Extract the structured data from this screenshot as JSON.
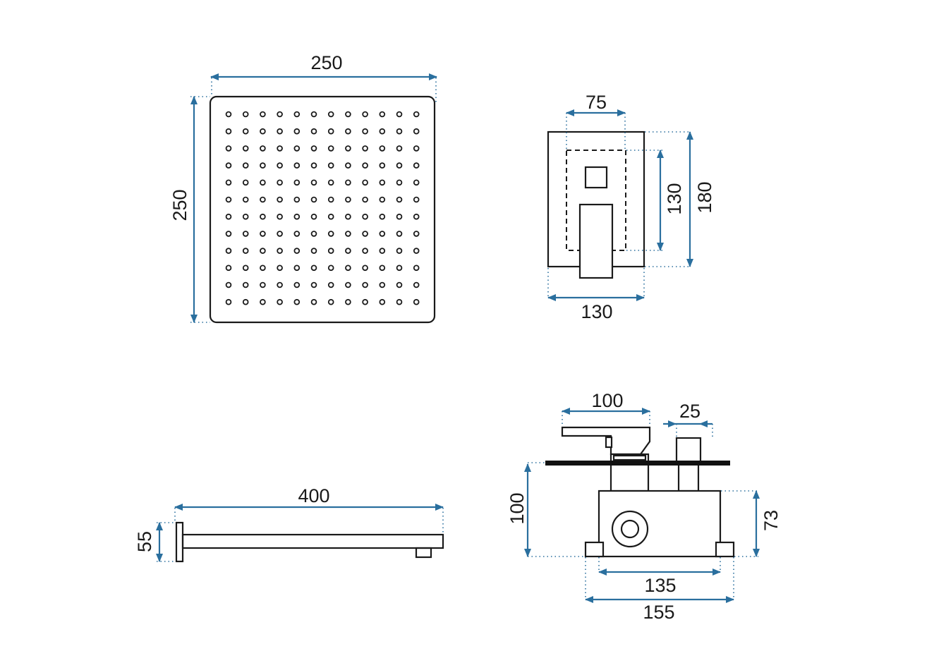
{
  "dimensions": {
    "head_width": "250",
    "head_height": "250",
    "plate_inner_width": "75",
    "plate_inner_height": "130",
    "plate_height": "180",
    "plate_width": "130",
    "arm_length": "400",
    "arm_height": "55",
    "handle_length": "100",
    "knob_width": "25",
    "depth": "100",
    "box_height": "73",
    "box_inner_width": "135",
    "box_outer_width": "155"
  },
  "colors": {
    "outline": "#1a1a1a",
    "dimension_line": "#2a6f9e",
    "background": "#ffffff"
  }
}
